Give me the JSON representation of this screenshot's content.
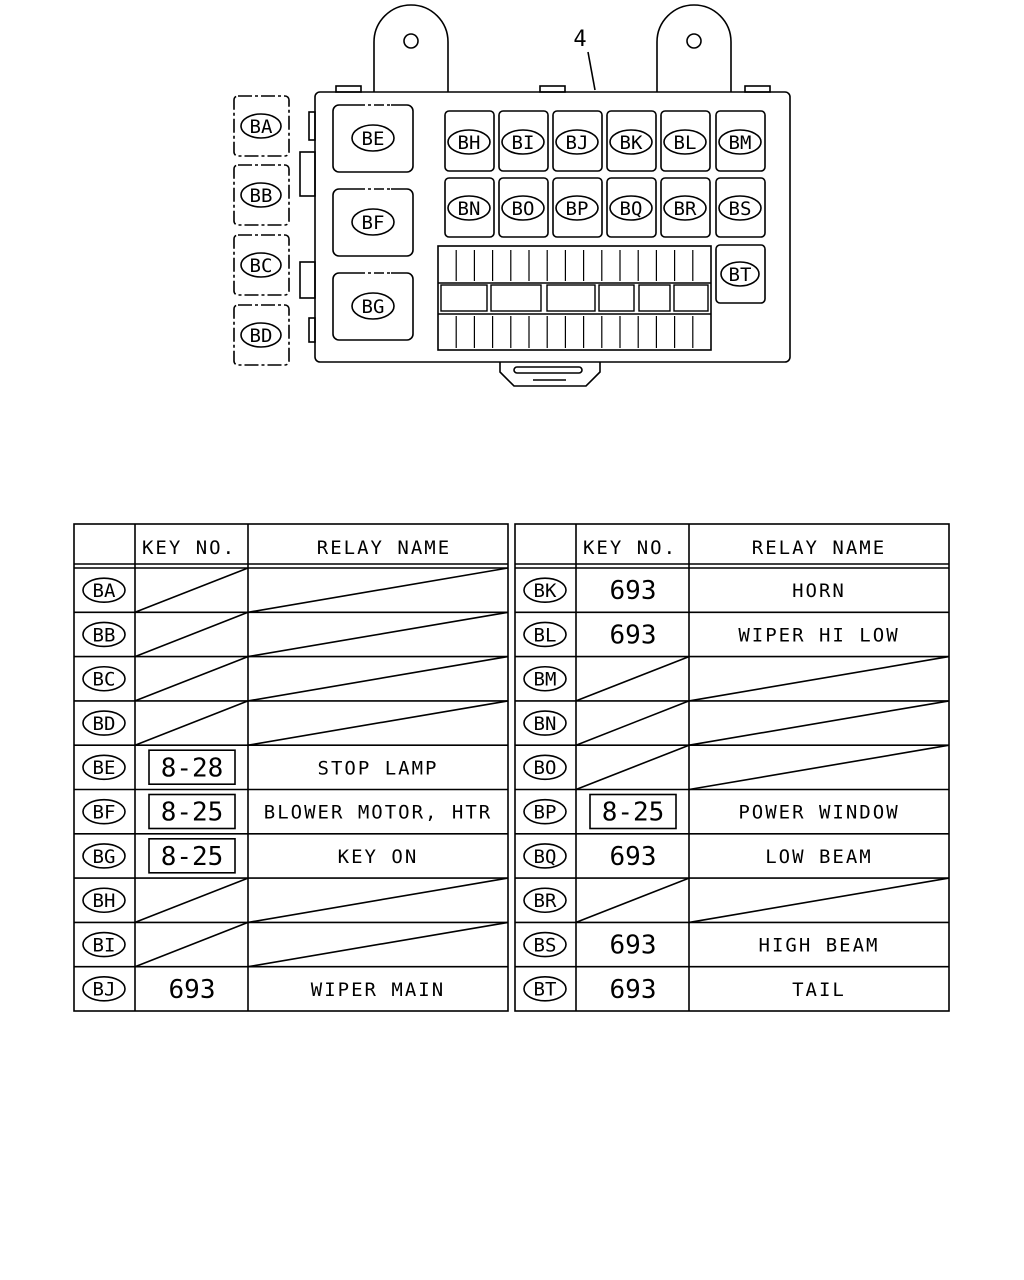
{
  "callout_number": "4",
  "left_side_labels": [
    "BA",
    "BB",
    "BC",
    "BD"
  ],
  "large_relay_labels": [
    "BE",
    "BF",
    "BG"
  ],
  "top_row_labels": [
    "BH",
    "BI",
    "BJ",
    "BK",
    "BL",
    "BM"
  ],
  "second_row_labels": [
    "BN",
    "BO",
    "BP",
    "BQ",
    "BR",
    "BS"
  ],
  "single_relay_label": "BT",
  "table_headers": {
    "key_no": "KEY NO.",
    "relay_name": "RELAY NAME"
  },
  "left_table_rows": [
    {
      "code": "BA",
      "key": null,
      "name": null
    },
    {
      "code": "BB",
      "key": null,
      "name": null
    },
    {
      "code": "BC",
      "key": null,
      "name": null
    },
    {
      "code": "BD",
      "key": null,
      "name": null
    },
    {
      "code": "BE",
      "key": "8-28",
      "boxed": true,
      "name": "STOP LAMP"
    },
    {
      "code": "BF",
      "key": "8-25",
      "boxed": true,
      "name": "BLOWER MOTOR, HTR"
    },
    {
      "code": "BG",
      "key": "8-25",
      "boxed": true,
      "name": "KEY ON"
    },
    {
      "code": "BH",
      "key": null,
      "name": null
    },
    {
      "code": "BI",
      "key": null,
      "name": null
    },
    {
      "code": "BJ",
      "key": "693",
      "boxed": false,
      "name": "WIPER MAIN"
    }
  ],
  "right_table_rows": [
    {
      "code": "BK",
      "key": "693",
      "boxed": false,
      "name": "HORN"
    },
    {
      "code": "BL",
      "key": "693",
      "boxed": false,
      "name": "WIPER HI LOW"
    },
    {
      "code": "BM",
      "key": null,
      "name": null
    },
    {
      "code": "BN",
      "key": null,
      "name": null
    },
    {
      "code": "BO",
      "key": null,
      "name": null
    },
    {
      "code": "BP",
      "key": "8-25",
      "boxed": true,
      "name": "POWER WINDOW"
    },
    {
      "code": "BQ",
      "key": "693",
      "boxed": false,
      "name": "LOW BEAM"
    },
    {
      "code": "BR",
      "key": null,
      "name": null
    },
    {
      "code": "BS",
      "key": "693",
      "boxed": false,
      "name": "HIGH BEAM"
    },
    {
      "code": "BT",
      "key": "693",
      "boxed": false,
      "name": "TAIL"
    }
  ]
}
